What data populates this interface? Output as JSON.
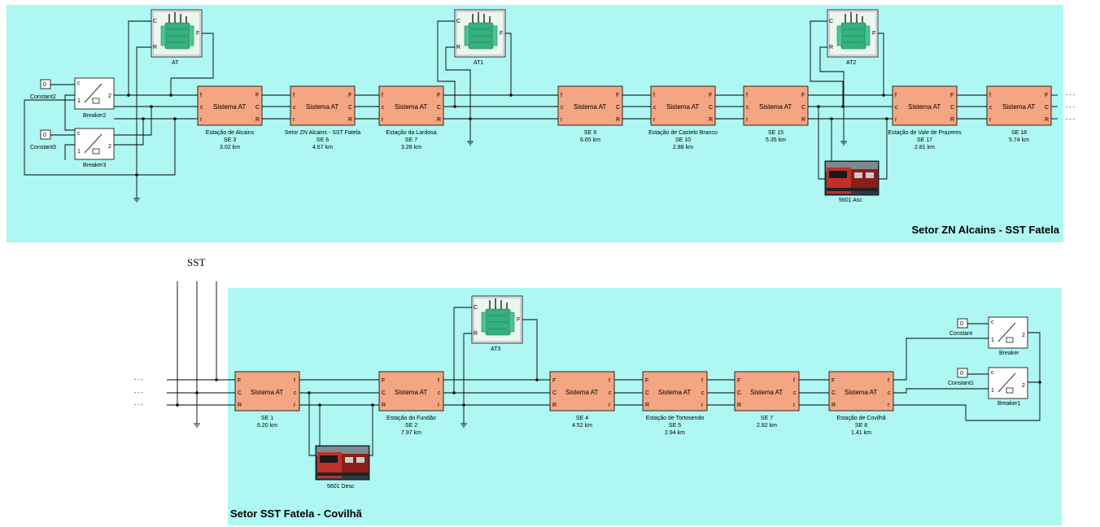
{
  "top_section": {
    "title": "Setor ZN Alcains - SST Fatela",
    "background": "#aef7f2",
    "blocks": [
      {
        "label": "Sistema AT",
        "ports_left": [
          "f",
          "c",
          "r"
        ],
        "ports_right": [
          "F",
          "C",
          "R"
        ],
        "caption": [
          "Estação de Alcains",
          "SE 3",
          "3.02 km"
        ]
      },
      {
        "label": "Sistema AT",
        "ports_left": [
          "f",
          "c",
          "r"
        ],
        "ports_right": [
          "F",
          "C",
          "R"
        ],
        "caption": [
          "Setor ZN Alcains - SST Fatela",
          "SE 6",
          "4.67 km"
        ]
      },
      {
        "label": "Sistema AT",
        "ports_left": [
          "f",
          "c",
          "r"
        ],
        "ports_right": [
          "F",
          "C",
          "R"
        ],
        "caption": [
          "Estação da Lardosa",
          "SE 7",
          "3.28 km"
        ]
      },
      {
        "label": "Sistema AT",
        "ports_left": [
          "f",
          "c",
          "r"
        ],
        "ports_right": [
          "F",
          "C",
          "R"
        ],
        "caption": [
          "SE 9",
          "6.65 km"
        ]
      },
      {
        "label": "Sistema AT",
        "ports_left": [
          "f",
          "c",
          "r"
        ],
        "ports_right": [
          "F",
          "C",
          "R"
        ],
        "caption": [
          "Estação de Castelo Branco",
          "SE 10",
          "2.88 km"
        ]
      },
      {
        "label": "Sistema AT",
        "ports_left": [
          "f",
          "c",
          "r"
        ],
        "ports_right": [
          "F",
          "C",
          "R"
        ],
        "caption": [
          "SE 15",
          "5.35 km"
        ]
      },
      {
        "label": "Sistema AT",
        "ports_left": [
          "f",
          "c",
          "r"
        ],
        "ports_right": [
          "F",
          "C",
          "R"
        ],
        "caption": [
          "Estação de Vale de Prazeres",
          "SE 17",
          "2.81 km"
        ]
      },
      {
        "label": "Sistema AT",
        "ports_left": [
          "f",
          "c",
          "r"
        ],
        "ports_right": [
          "F",
          "C",
          "R"
        ],
        "caption": [
          "SE 18",
          "5.74 km"
        ]
      }
    ],
    "transformers": [
      {
        "name": "AT",
        "ports": [
          "C",
          "R",
          "F"
        ]
      },
      {
        "name": "AT1",
        "ports": [
          "C",
          "R",
          "F"
        ]
      },
      {
        "name": "AT2",
        "ports": [
          "C",
          "R",
          "F"
        ]
      }
    ],
    "breakers": [
      {
        "name": "Breaker2",
        "ports": [
          "c",
          "1",
          "2"
        ]
      },
      {
        "name": "Breaker3",
        "ports": [
          "c",
          "1",
          "2"
        ]
      }
    ],
    "constants": [
      {
        "name": "Constant2",
        "value": "0"
      },
      {
        "name": "Constant3",
        "value": "0"
      }
    ],
    "train": {
      "name": "5601 Asc"
    }
  },
  "bottom_section": {
    "title": "Setor SST Fatela - Covilhã",
    "background": "#aef7f2",
    "external_label": "SST",
    "blocks": [
      {
        "label": "Sistema AT",
        "ports_left": [
          "F",
          "C",
          "R"
        ],
        "ports_right": [
          "f",
          "c",
          "r"
        ],
        "caption": [
          "SE 1",
          "6.20 km"
        ]
      },
      {
        "label": "Sistema AT",
        "ports_left": [
          "F",
          "C",
          "R"
        ],
        "ports_right": [
          "f",
          "c",
          "r"
        ],
        "caption": [
          "Estação do Fundão",
          "SE 2",
          "7.97 km"
        ]
      },
      {
        "label": "Sistema AT",
        "ports_left": [
          "F",
          "C",
          "R"
        ],
        "ports_right": [
          "f",
          "c",
          "r"
        ],
        "caption": [
          "SE 4",
          "4.52 km"
        ]
      },
      {
        "label": "Sistema AT",
        "ports_left": [
          "F",
          "C",
          "R"
        ],
        "ports_right": [
          "f",
          "c",
          "r"
        ],
        "caption": [
          "Estação de Tortosendo",
          "SE 5",
          "2.94 km"
        ]
      },
      {
        "label": "Sistema AT",
        "ports_left": [
          "F",
          "C",
          "R"
        ],
        "ports_right": [
          "f",
          "c",
          "r"
        ],
        "caption": [
          "SE 7",
          "2.82 km"
        ]
      },
      {
        "label": "Sistema AT",
        "ports_left": [
          "F",
          "C",
          "R"
        ],
        "ports_right": [
          "f",
          "c",
          "r"
        ],
        "caption": [
          "Estação de Covilhã",
          "SE 8",
          "1.41 km"
        ]
      }
    ],
    "transformers": [
      {
        "name": "AT3",
        "ports": [
          "C",
          "R",
          "F"
        ]
      }
    ],
    "breakers": [
      {
        "name": "Breaker",
        "ports": [
          "c",
          "1",
          "2"
        ]
      },
      {
        "name": "Breaker1",
        "ports": [
          "c",
          "1",
          "2"
        ]
      }
    ],
    "constants": [
      {
        "name": "Constant",
        "value": "0"
      },
      {
        "name": "Constant1",
        "value": "0"
      }
    ],
    "train": {
      "name": "5601 Desc"
    }
  },
  "continuation": "- - -",
  "colors": {
    "section_bg": "#aef7f2",
    "system_block": "#f4a582",
    "transformer": "#3fbf8a",
    "train_red": "#c0302a"
  }
}
